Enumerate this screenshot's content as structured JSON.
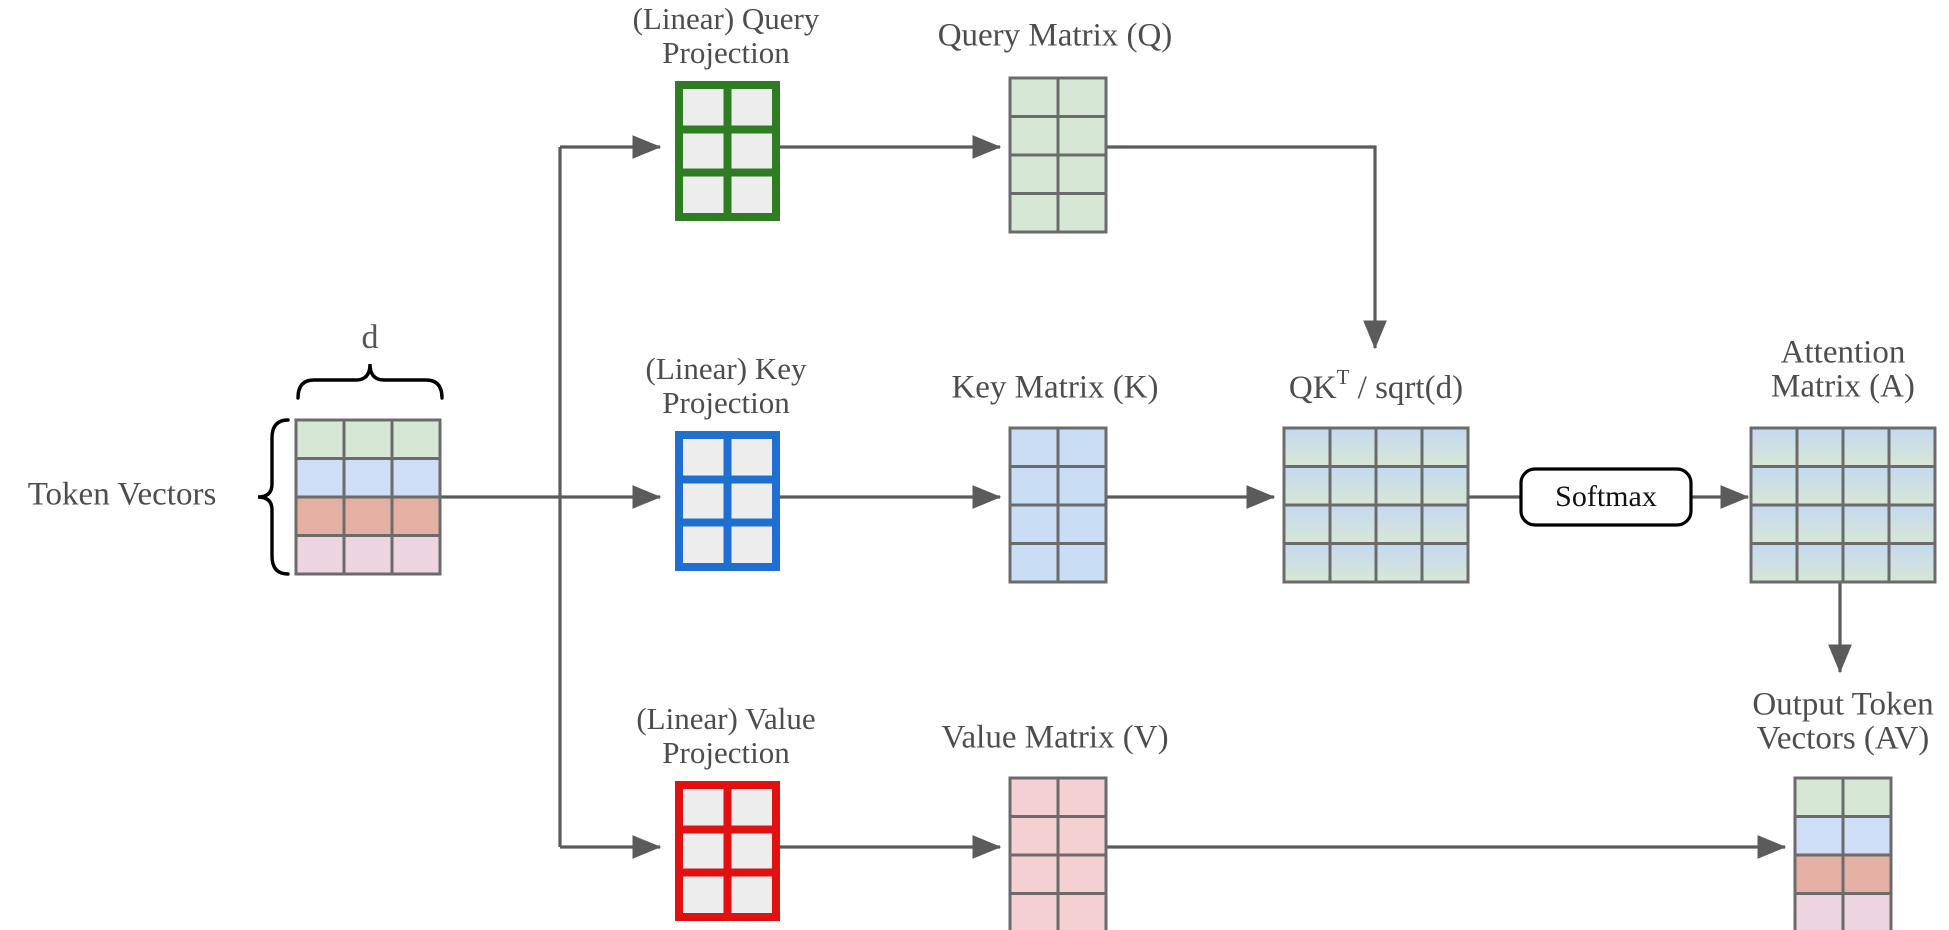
{
  "diagram": {
    "title": "Self-Attention Mechanism Diagram",
    "background_color": "#ffffff",
    "edge_color": "#5b5b5b",
    "text_color": "#4d4d4d"
  },
  "labels": {
    "token_vectors": "Token Vectors",
    "dim_d": "d",
    "query_projection": "(Linear) Query",
    "query_projection_line2": "Projection",
    "key_projection": "(Linear) Key",
    "key_projection_line2": "Projection",
    "value_projection": "(Linear) Value",
    "value_projection_line2": "Projection",
    "query_matrix": "Query Matrix (Q)",
    "key_matrix": "Key Matrix (K)",
    "value_matrix": "Value Matrix (V)",
    "scores": "QK",
    "scores_sup": "T",
    "scores_rest": " / sqrt(d)",
    "softmax": "Softmax",
    "attention_matrix": "Attention",
    "attention_matrix_line2": "Matrix (A)",
    "output_tokens": "Output Token",
    "output_tokens_line2": "Vectors (AV)"
  },
  "colors": {
    "row_green": "#d6e8d5",
    "row_blue": "#cddef6",
    "row_salmon": "#e5b0a4",
    "row_pink": "#ecd5e1",
    "q_fill": "#d6e8d5",
    "k_fill": "#c9ddf5",
    "v_fill": "#f5d0d3",
    "grad_top": "#c3d9f2",
    "grad_bottom": "#d8e7d4",
    "query_border": "#2e7d22",
    "key_border": "#1f6fd0",
    "value_border": "#e01111",
    "proj_cell": "#ededed",
    "cell_border": "#6b6b6b",
    "proj_border_green": "#2e7d22",
    "proj_border_blue": "#1f6fd0",
    "proj_border_red": "#e01111"
  },
  "matrices": {
    "token_vectors": {
      "name": "Token Vectors",
      "rows": 4,
      "cols": 3,
      "row_colors": [
        "#d6e8d5",
        "#cddef6",
        "#e5b0a4",
        "#ecd5e1"
      ]
    },
    "query_projection": {
      "name": "(Linear) Query Projection",
      "rows": 3,
      "cols": 2,
      "fill": "#ededed",
      "border": "#2e7d22"
    },
    "key_projection": {
      "name": "(Linear) Key Projection",
      "rows": 3,
      "cols": 2,
      "fill": "#ededed",
      "border": "#1f6fd0"
    },
    "value_projection": {
      "name": "(Linear) Value Projection",
      "rows": 3,
      "cols": 2,
      "fill": "#ededed",
      "border": "#e01111"
    },
    "query_matrix": {
      "name": "Query Matrix (Q)",
      "rows": 4,
      "cols": 2,
      "fill": "#d6e8d5"
    },
    "key_matrix": {
      "name": "Key Matrix (K)",
      "rows": 4,
      "cols": 2,
      "fill": "#c9ddf5"
    },
    "value_matrix": {
      "name": "Value Matrix (V)",
      "rows": 4,
      "cols": 2,
      "fill": "#f5d0d3"
    },
    "scores_matrix": {
      "name": "QK^T / sqrt(d)",
      "rows": 4,
      "cols": 4,
      "fill": "gradient-blue-green"
    },
    "attention_matrix": {
      "name": "Attention Matrix (A)",
      "rows": 4,
      "cols": 4,
      "fill": "gradient-blue-green"
    },
    "output_matrix": {
      "name": "Output Token Vectors (AV)",
      "rows": 4,
      "cols": 2,
      "row_colors": [
        "#d6e8d5",
        "#cddef6",
        "#e5b0a4",
        "#ecd5e1"
      ]
    }
  },
  "flow": [
    "Token Vectors branch to three projections",
    "(Linear) Query Projection produces Query Matrix (Q)",
    "(Linear) Key Projection produces Key Matrix (K)",
    "(Linear) Value Projection produces Value Matrix (V)",
    "Q and K combine into QK^T / sqrt(d)",
    "QK^T / sqrt(d) passes through Softmax to Attention Matrix (A)",
    "Attention Matrix (A) and Value Matrix (V) combine into Output Token Vectors (AV)"
  ]
}
